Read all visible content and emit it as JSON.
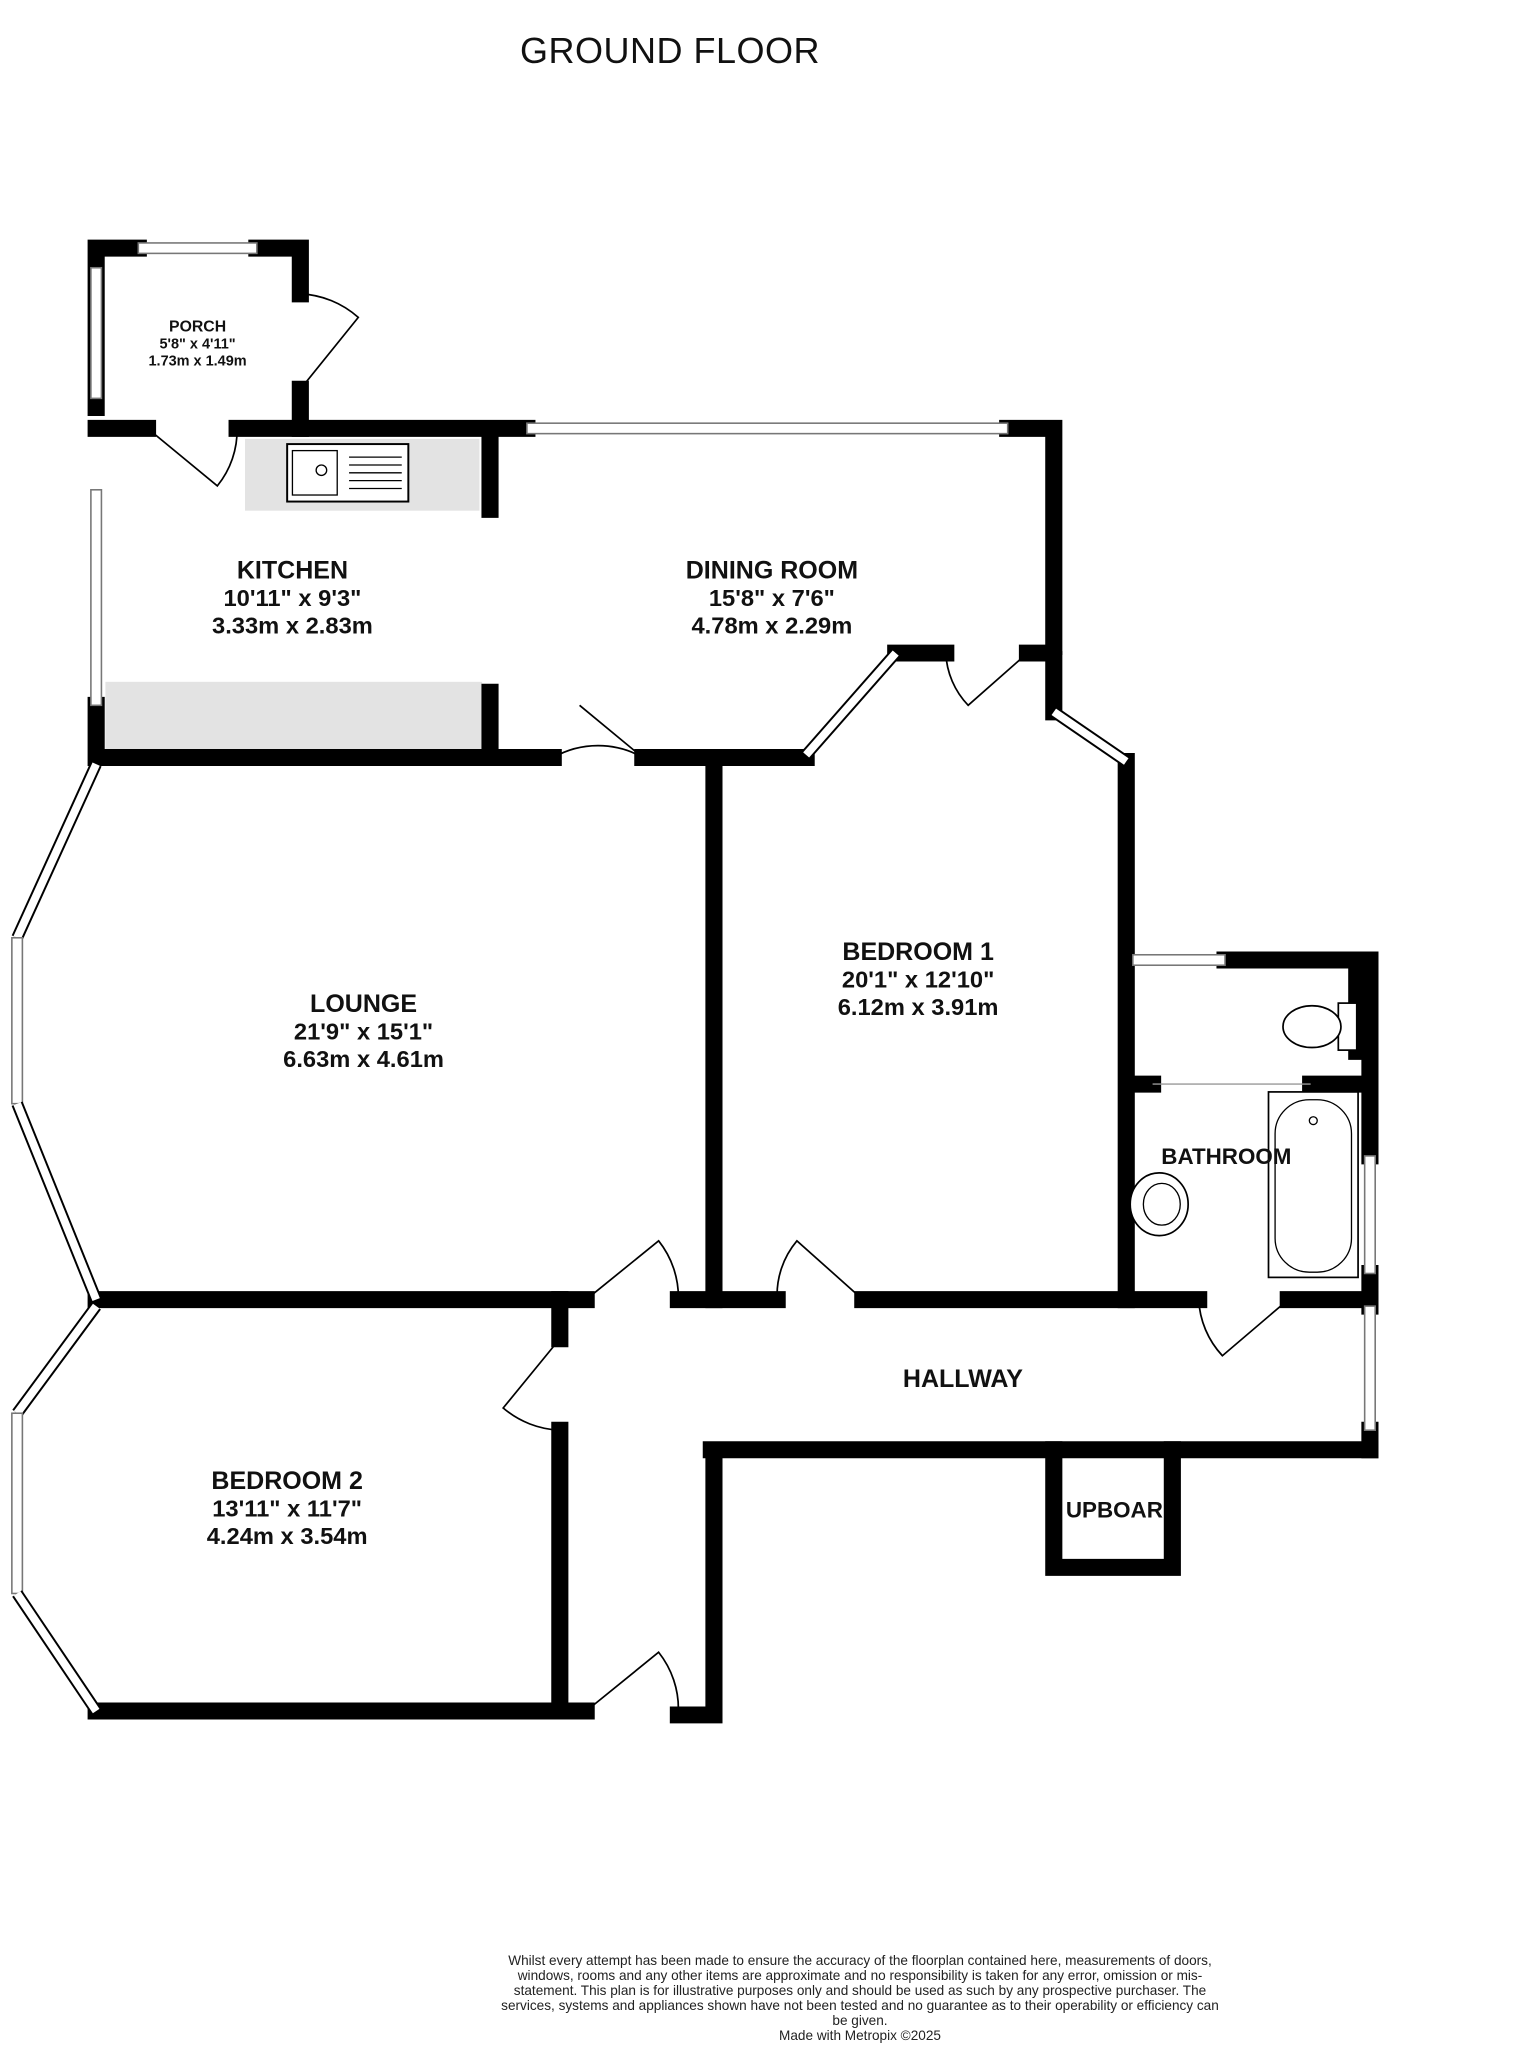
{
  "title": "GROUND FLOOR",
  "rooms": {
    "porch": {
      "name": "PORCH",
      "imperial": "5'8\"  x 4'11\"",
      "metric": "1.73m  x 1.49m"
    },
    "kitchen": {
      "name": "KITCHEN",
      "imperial": "10'11\"  x 9'3\"",
      "metric": "3.33m  x 2.83m"
    },
    "dining": {
      "name": "DINING ROOM",
      "imperial": "15'8\"  x 7'6\"",
      "metric": "4.78m  x 2.29m"
    },
    "lounge": {
      "name": "LOUNGE",
      "imperial": "21'9\"  x 15'1\"",
      "metric": "6.63m  x 4.61m"
    },
    "bedroom1": {
      "name": "BEDROOM 1",
      "imperial": "20'1\"  x 12'10\"",
      "metric": "6.12m  x 3.91m"
    },
    "bedroom2": {
      "name": "BEDROOM 2",
      "imperial": "13'11\"  x 11'7\"",
      "metric": "4.24m  x 3.54m"
    },
    "bathroom": {
      "name": "BATHROOM"
    },
    "hallway": {
      "name": "HALLWAY"
    },
    "cupboard": {
      "name": "UPBOAR"
    }
  },
  "disclaimer": "Whilst every attempt has been made to ensure the accuracy of the floorplan contained here, measurements of doors, windows, rooms and any other items are approximate and no responsibility is taken for any error, omission or mis-statement. This plan is for illustrative purposes only and should be used as such by any prospective purchaser. The services, systems and appliances shown have not been tested and no guarantee as to their operability or efficiency can be given.",
  "credit": "Made with Metropix ©2025"
}
